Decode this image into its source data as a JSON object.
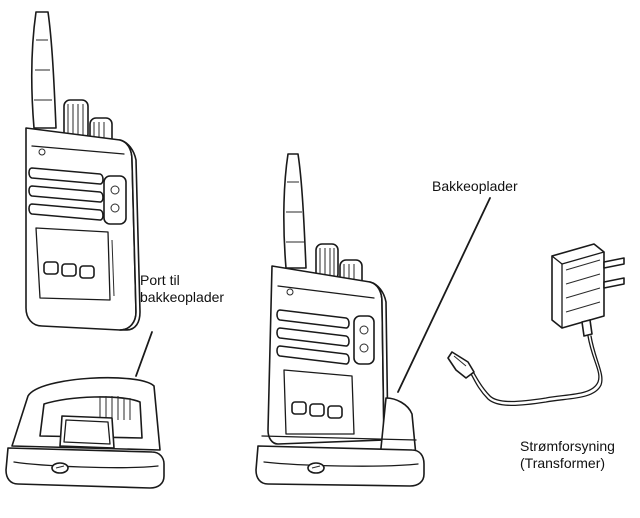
{
  "labels": {
    "port": [
      "Port til",
      "bakkeoplader"
    ],
    "tray_charger": "Bakkeoplader",
    "power_supply": [
      "Strømforsyning",
      "(Transformer)"
    ]
  },
  "colors": {
    "line": "#1a1a1a",
    "background": "#ffffff"
  }
}
